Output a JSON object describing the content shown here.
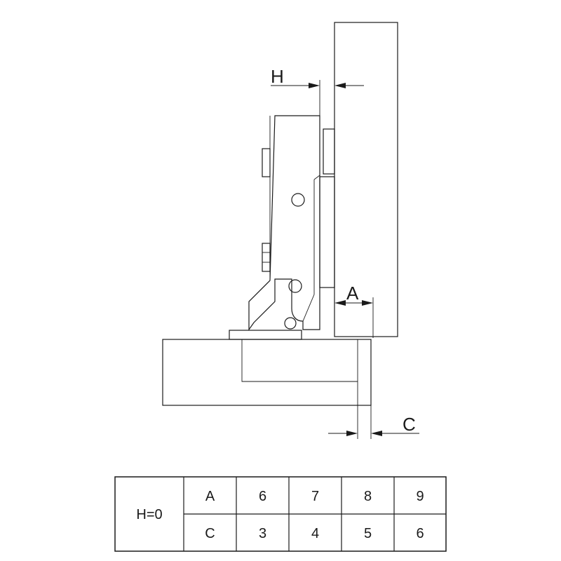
{
  "dimension_labels": {
    "h": "H",
    "a": "A",
    "c": "C"
  },
  "table": {
    "row_header": "H=0",
    "rows": [
      {
        "label": "A",
        "values": [
          "6",
          "7",
          "8",
          "9"
        ]
      },
      {
        "label": "C",
        "values": [
          "3",
          "4",
          "5",
          "6"
        ]
      }
    ]
  }
}
